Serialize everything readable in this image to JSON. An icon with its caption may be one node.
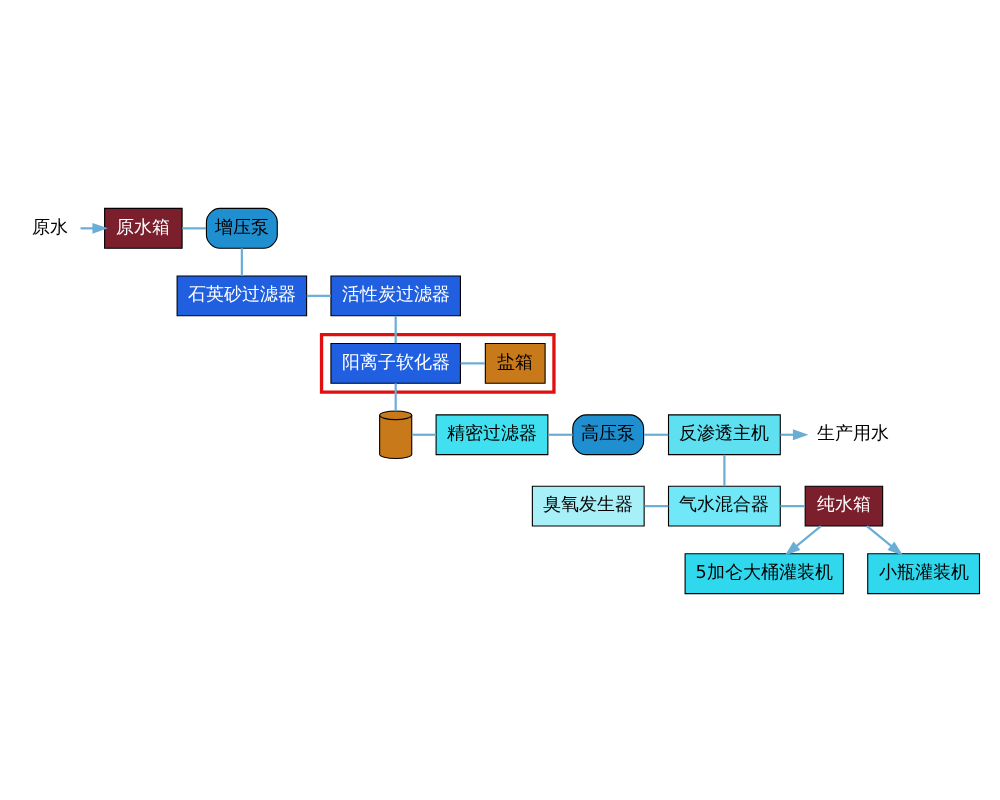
{
  "diagram": {
    "nodes": [
      {
        "text": [
          "原水"
        ]
      },
      {
        "text": [
          "原水箱"
        ]
      },
      {
        "text": [
          "增压泵"
        ]
      },
      {
        "text": [
          "石英砂过滤器"
        ]
      },
      {
        "text": [
          "活性炭过滤器"
        ]
      },
      {
        "text": [],
        "shape": "box"
      },
      {
        "text": [
          "阳离子软化器"
        ],
        "in": 5
      },
      {
        "text": [
          "盐箱"
        ],
        "in": 5
      },
      {
        "text": [],
        "shape": "cylinder"
      },
      {
        "text": [
          "精密过滤器"
        ]
      },
      {
        "text": [
          "高压泵"
        ]
      },
      {
        "text": [
          "反渗透主机"
        ]
      },
      {
        "text": [
          "生产用水"
        ]
      },
      {
        "text": [
          "气水混合器"
        ]
      },
      {
        "text": [
          "臭氧发生器"
        ]
      },
      {
        "text": [
          "纯水箱"
        ]
      },
      {
        "text": [
          "5加仑大桶灌装机"
        ]
      },
      {
        "text": [
          "小瓶灌装机"
        ]
      }
    ],
    "edges": [
      {
        "from": 0,
        "to": 1,
        "arrow": "to"
      },
      {
        "from": 1,
        "to": 2,
        "arrow": "none"
      },
      {
        "from": 2,
        "to": 3,
        "arrow": "none"
      },
      {
        "from": 3,
        "to": 4,
        "arrow": "none"
      },
      {
        "from": 4,
        "to": 6,
        "arrow": "none"
      },
      {
        "from": 6,
        "to": 7,
        "arrow": "none"
      },
      {
        "from": 6,
        "to": 8,
        "arrow": "none"
      },
      {
        "from": 8,
        "to": 9,
        "arrow": "none"
      },
      {
        "from": 9,
        "to": 10,
        "arrow": "none"
      },
      {
        "from": 10,
        "to": 11,
        "arrow": "none"
      },
      {
        "from": 11,
        "to": 12,
        "arrow": "to"
      },
      {
        "from": 11,
        "to": 13,
        "arrow": "none"
      },
      {
        "from": 14,
        "to": 13,
        "arrow": "none"
      },
      {
        "from": 13,
        "to": 15,
        "arrow": "none"
      },
      {
        "from": 15,
        "to": 16,
        "arrow": "to"
      },
      {
        "from": 15,
        "to": 17,
        "arrow": "to"
      }
    ]
  }
}
